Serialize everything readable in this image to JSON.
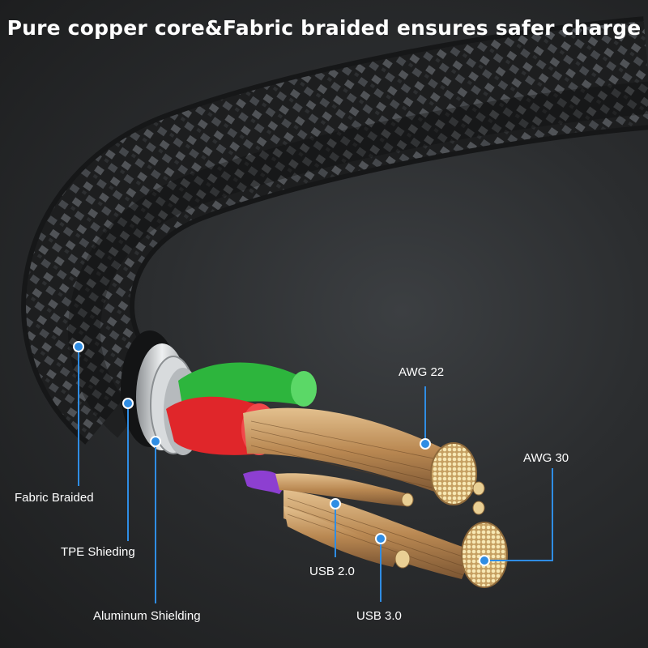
{
  "headline": "Pure copper core&Fabric braided ensures safer charge",
  "labels": {
    "fabric_braided": "Fabric Braided",
    "tpe_shieding": "TPE Shieding",
    "aluminum_shielding": "Aluminum Shielding",
    "awg22": "AWG 22",
    "usb20": "USB 2.0",
    "awg30": "AWG 30",
    "usb30": "USB 3.0"
  },
  "colors": {
    "callout_blue": "#2f8de4",
    "braid_dark": "#1b1c1d",
    "copper": "#c99a64",
    "wire_green": "#2db53d",
    "wire_red": "#e0262a",
    "wire_purple": "#8d3fd1"
  }
}
